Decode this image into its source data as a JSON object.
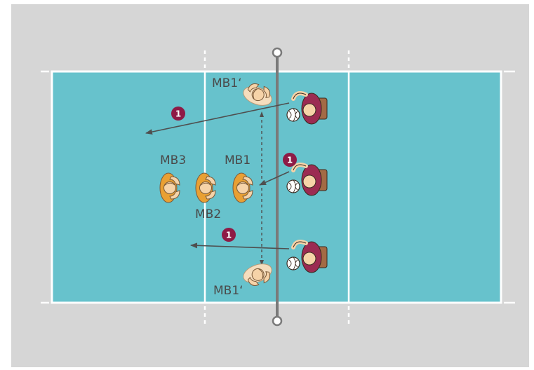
{
  "colors": {
    "background": "#d6d6d6",
    "court": "#67c2cc",
    "lines": "#ffffff",
    "net": "#7a7a7a",
    "arrow": "#4f4f4f",
    "badge": "#8e1b46",
    "blocker_jersey": "#e9a033",
    "blocker_ghost": "#f5ddbd",
    "skin": "#f6d3a8",
    "attacker_jersey": "#9b2b52",
    "attacker_brown": "#a36b45"
  },
  "labels": {
    "mb1_ghost_top": "MB1‘",
    "mb3": "MB3",
    "mb1": "MB1",
    "mb2": "MB2",
    "mb1_ghost_bottom": "MB1‘"
  },
  "badges": [
    "1",
    "1",
    "1"
  ],
  "icons": {
    "blocker": "volleyball-blocker-icon",
    "attacker": "volleyball-attacker-icon",
    "ball": "volleyball-icon",
    "net_post": "net-post-icon"
  }
}
